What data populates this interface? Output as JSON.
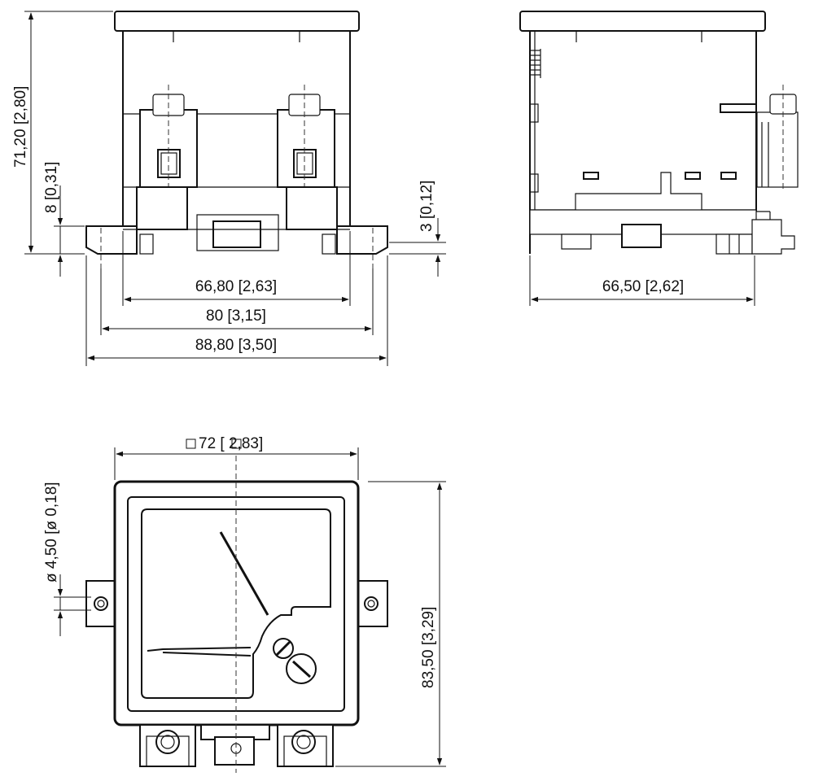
{
  "dimensions": {
    "front_view": {
      "height_total": "71,20 [2,80]",
      "flange_height": "8 [0,31]",
      "bracket_offset": "3 [0,12]",
      "body_width": "66,80 [2,63]",
      "mount_width": "80 [3,15]",
      "overall_width": "88,80 [3,50]"
    },
    "side_view": {
      "depth": "66,50 [2,62]"
    },
    "bottom_view": {
      "panel_square": "72 [ 2,83]",
      "hole_diameter": "ø 4,50 [ø 0,18]",
      "overall_height": "83,50 [3,29]"
    }
  },
  "colors": {
    "line": "#111111",
    "background": "#ffffff"
  }
}
